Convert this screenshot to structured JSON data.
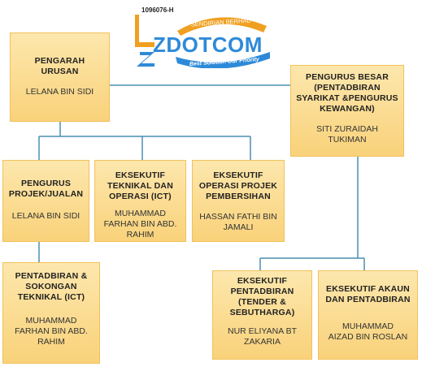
{
  "logo": {
    "reg_number": "1096076-H",
    "brand": "ZDOTCOM",
    "tag_top": "SENDIRIAN BERHAD",
    "tag_bottom": "Best Solution Our Priority",
    "colors": {
      "blue": "#2e8ad8",
      "orange": "#f0a020"
    }
  },
  "colors": {
    "box_top": "#fde7ad",
    "box_bottom": "#f9d27a",
    "border": "#f1c15b",
    "connector": "#4a8fb0"
  },
  "nodes": {
    "pengarah": {
      "title": "PENGARAH\nURUSAN",
      "name": "LELANA BIN SIDI"
    },
    "pengurus_besar": {
      "title": "PENGURUS BESAR\n(PENTADBIRAN\nSYARIKAT &PENGURUS\nKEWANGAN)",
      "name": "SITI ZURAIDAH\nTUKIMAN"
    },
    "pengurus_projek": {
      "title": "PENGURUS\nPROJEK/JUALAN",
      "name": "LELANA BIN SIDI"
    },
    "eksekutif_teknikal": {
      "title": "EKSEKUTIF\nTEKNIKAL DAN\nOPERASI (ICT)",
      "name": "MUHAMMAD\nFARHAN BIN ABD.\nRAHIM"
    },
    "eksekutif_pembersihan": {
      "title": "EKSEKUTIF\nOPERASI PROJEK\nPEMBERSIHAN",
      "name": "HASSAN FATHI BIN\nJAMALI"
    },
    "pentadbiran_sokongan": {
      "title": "PENTADBIRAN &\nSOKONGAN\nTEKNIKAL (ICT)",
      "name": "MUHAMMAD\nFARHAN BIN ABD.\nRAHIM"
    },
    "eksekutif_pentadbiran": {
      "title": "EKSEKUTIF\nPENTADBIRAN\n(TENDER &\nSEBUTHARGA)",
      "name": "NUR ELIYANA BT\nZAKARIA"
    },
    "eksekutif_akaun": {
      "title": "EKSEKUTIF AKAUN\nDAN PENTADBIRAN",
      "name": "MUHAMMAD\nAIZAD BIN ROSLAN"
    }
  }
}
